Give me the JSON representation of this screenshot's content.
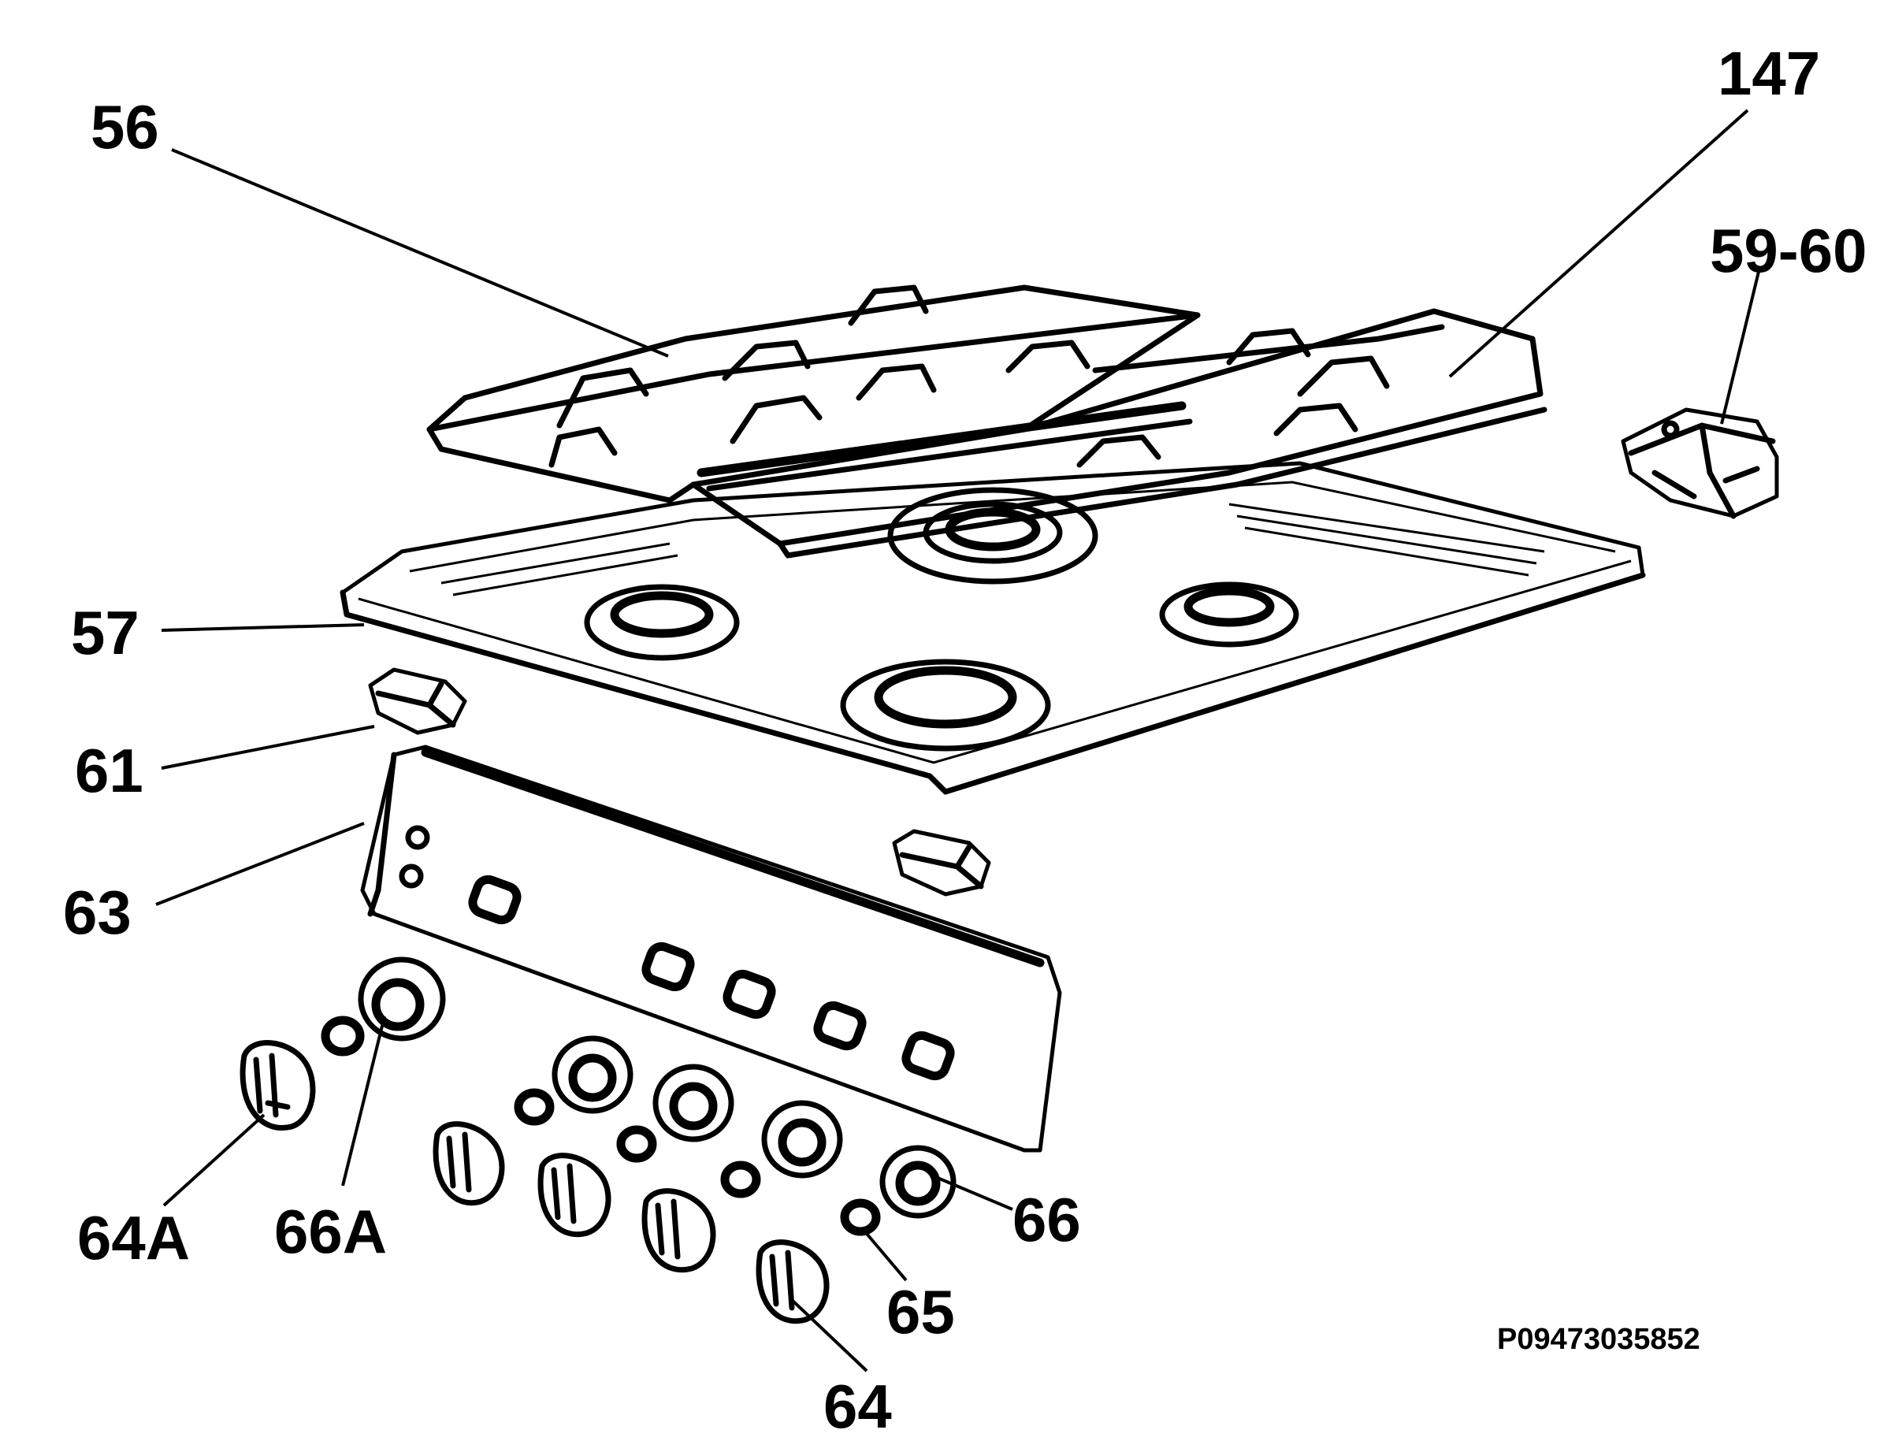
{
  "diagram": {
    "parts": [
      {
        "id": "grid",
        "label": "56"
      },
      {
        "id": "grid-right",
        "label": "147"
      },
      {
        "id": "ignition-switch-block",
        "label": "59-60"
      },
      {
        "id": "hob-top",
        "label": "57"
      },
      {
        "id": "bracket-left",
        "label": "61"
      },
      {
        "id": "control-panel",
        "label": "63"
      },
      {
        "id": "knob-small",
        "label": "64A"
      },
      {
        "id": "bezel-small",
        "label": "66A"
      },
      {
        "id": "knob",
        "label": "64"
      },
      {
        "id": "spring",
        "label": "65"
      },
      {
        "id": "bezel",
        "label": "66"
      }
    ],
    "reference_code": "P09473035852"
  }
}
